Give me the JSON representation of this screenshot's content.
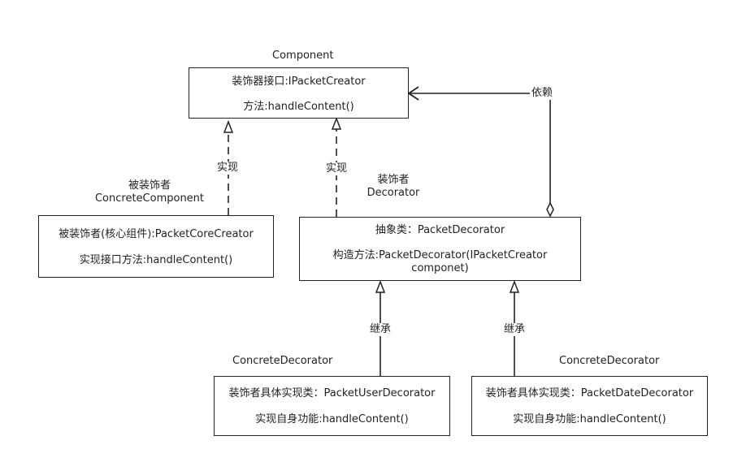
{
  "nodes": {
    "component": {
      "role_label": "Component",
      "line1": "装饰器接口:IPacketCreator",
      "line2": "方法:handleContent()"
    },
    "concrete_component": {
      "role_label_1": "被装饰者",
      "role_label_2": "ConcreteComponent",
      "line1": "被装饰者(核心组件):PacketCoreCreator",
      "line2": "实现接口方法:handleContent()"
    },
    "decorator": {
      "role_label_1": "装饰者",
      "role_label_2": "Decorator",
      "line1": "抽象类：PacketDecorator",
      "line2": "构造方法:PacketDecorator(IPacketCreator",
      "line3": "componet)"
    },
    "user_decorator": {
      "role_label": "ConcreteDecorator",
      "line1": "装饰者具体实现类：PacketUserDecorator",
      "line2": "实现自身功能:handleContent()"
    },
    "date_decorator": {
      "role_label": "ConcreteDecorator",
      "line1": "装饰者具体实现类：PacketDateDecorator",
      "line2": "实现自身功能:handleContent()"
    }
  },
  "edges": {
    "realize_core": "实现",
    "realize_decorator": "实现",
    "dependency": "依赖",
    "inherit_user": "继承",
    "inherit_date": "继承"
  }
}
